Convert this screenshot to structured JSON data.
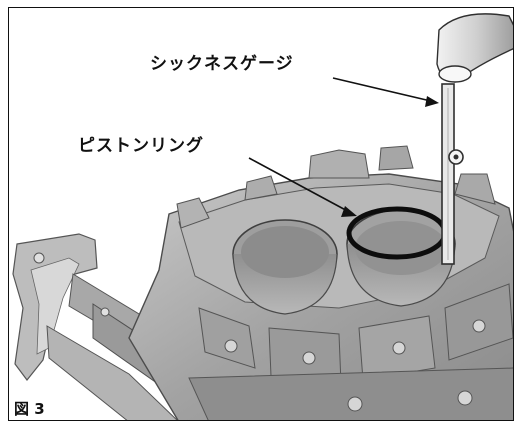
{
  "figure": {
    "caption": "図 3"
  },
  "labels": {
    "thickness_gauge": "シックネスゲージ",
    "piston_ring": "ピストンリング"
  }
}
